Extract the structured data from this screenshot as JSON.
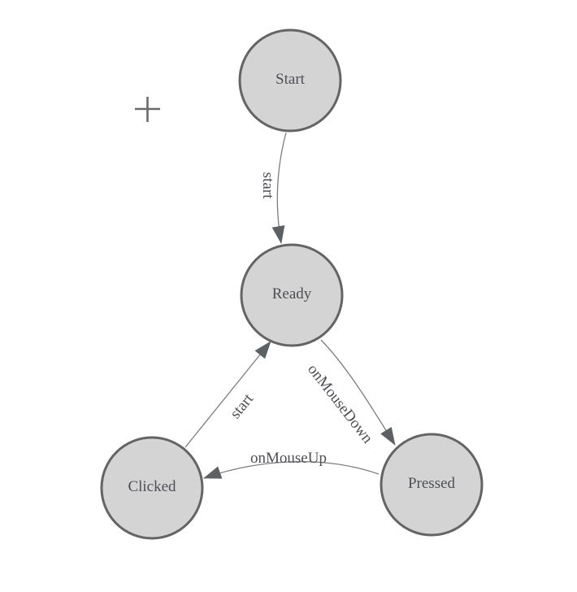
{
  "colors": {
    "background": "#ffffff",
    "node_fill": "#d4d4d4",
    "node_border": "#646464",
    "edge_line": "#7d7d7d",
    "arrowhead": "#5e6164",
    "node_text": "#4d4f55",
    "edge_text": "#4d4f55",
    "crosshair": "#6b6b6b"
  },
  "icons": {
    "crosshair": "plus-crosshair-marker"
  },
  "nodes": [
    {
      "id": "start",
      "label": "Start"
    },
    {
      "id": "ready",
      "label": "Ready"
    },
    {
      "id": "clicked",
      "label": "Clicked"
    },
    {
      "id": "pressed",
      "label": "Pressed"
    }
  ],
  "edges": [
    {
      "from": "start",
      "to": "ready",
      "label": "start"
    },
    {
      "from": "ready",
      "to": "pressed",
      "label": "onMouseDown"
    },
    {
      "from": "pressed",
      "to": "clicked",
      "label": "onMouseUp"
    },
    {
      "from": "clicked",
      "to": "ready",
      "label": "start"
    }
  ]
}
